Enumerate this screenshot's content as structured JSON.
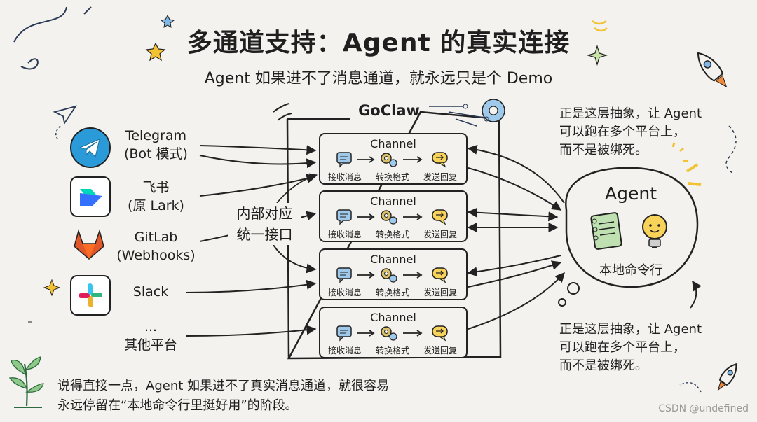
{
  "title": "多通道支持：Agent 的真实连接",
  "subtitle": "Agent 如果进不了消息通道，就永远只是个 Demo",
  "sources": [
    {
      "label": "Telegram\n(Bot 模式)",
      "icon": "telegram-icon",
      "color": "#2a9bd8"
    },
    {
      "label": "飞书\n(原 Lark)",
      "icon": "feishu-icon",
      "color": "#3370ff"
    },
    {
      "label": "GitLab\n(Webhooks)",
      "icon": "gitlab-icon",
      "color": "#e2572a"
    },
    {
      "label": "Slack",
      "icon": "slack-icon",
      "color": "#4a154b"
    },
    {
      "label": "...\n其他平台",
      "icon": "",
      "color": ""
    }
  ],
  "gateway": {
    "title": "GoClaw",
    "inner_label": "内部对应\n统一接口",
    "channels": [
      {
        "title": "Channel",
        "steps": [
          "接收消息",
          "转换格式",
          "发送回复"
        ]
      },
      {
        "title": "Channel",
        "steps": [
          "接收消息",
          "转换格式",
          "发送回复"
        ]
      },
      {
        "title": "Channel",
        "steps": [
          "接收消息",
          "转换格式",
          "发送回复"
        ]
      },
      {
        "title": "Channel",
        "steps": [
          "接收消息",
          "转换格式",
          "发送回复"
        ]
      }
    ]
  },
  "agent": {
    "title": "Agent",
    "subtitle": "本地命令行"
  },
  "notes": {
    "top_right": "正是这层抽象，让 Agent\n可以跑在多个平台上，\n而不是被绑死。",
    "bottom_right": "正是这层抽象，让 Agent\n可以跑在多个平台上，\n而不是被绑死。"
  },
  "bottom_text": "说得直接一点，Agent 如果进不了真实消息通道，就很容易\n永远停留在“本地命令行里挺好用”的阶段。",
  "footer": "CSDN @undefined",
  "colors": {
    "accent_yellow": "#f2c233",
    "speech_blue": "#7fb8e6",
    "gear": "#c7a94d",
    "bg": "#f3f2ee"
  }
}
